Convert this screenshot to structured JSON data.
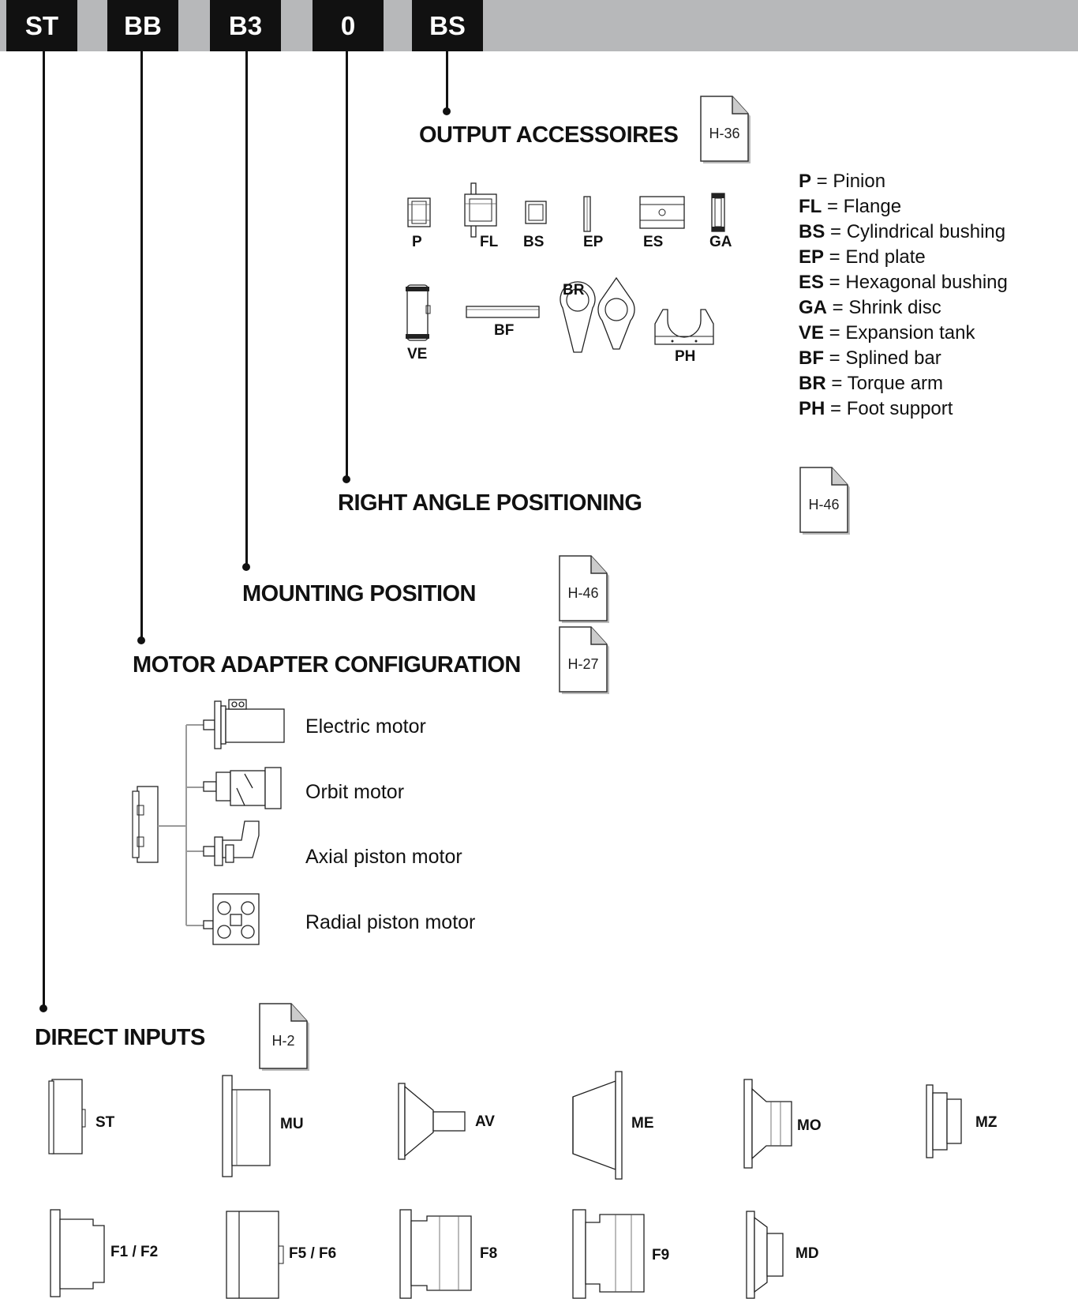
{
  "code": [
    "ST",
    "BB",
    "B3",
    "0",
    "BS"
  ],
  "headings": {
    "output": "OUTPUT ACCESSOIRES",
    "right_angle": "RIGHT ANGLE POSITIONING",
    "mounting": "MOUNTING POSITION",
    "motor_adapter": "MOTOR ADAPTER CONFIGURATION",
    "direct_inputs": "DIRECT INPUTS"
  },
  "page_refs": {
    "output": "H-36",
    "right_angle": "H-46",
    "mounting": "H-46",
    "motor_adapter": "H-27",
    "direct_inputs": "H-2"
  },
  "accessory_labels": [
    "P",
    "FL",
    "BS",
    "EP",
    "ES",
    "GA",
    "VE",
    "BF",
    "BR",
    "PH"
  ],
  "legend": [
    {
      "code": "P",
      "text": " = Pinion"
    },
    {
      "code": "FL",
      "text": " = Flange"
    },
    {
      "code": "BS",
      "text": " = Cylindrical bushing"
    },
    {
      "code": "EP",
      "text": " = End plate"
    },
    {
      "code": "ES",
      "text": " = Hexagonal bushing"
    },
    {
      "code": "GA",
      "text": " = Shrink disc"
    },
    {
      "code": "VE",
      "text": " = Expansion tank"
    },
    {
      "code": "BF",
      "text": " = Splined bar"
    },
    {
      "code": "BR",
      "text": " = Torque arm"
    },
    {
      "code": "PH",
      "text": " =  Foot support"
    }
  ],
  "motors": [
    "Electric motor",
    "Orbit motor",
    "Axial piston motor",
    "Radial piston motor"
  ],
  "direct_inputs": [
    "ST",
    "MU",
    "AV",
    "ME",
    "MO",
    "MZ",
    "F1 / F2",
    "F5 / F6",
    "F8",
    "F9",
    "MD"
  ]
}
